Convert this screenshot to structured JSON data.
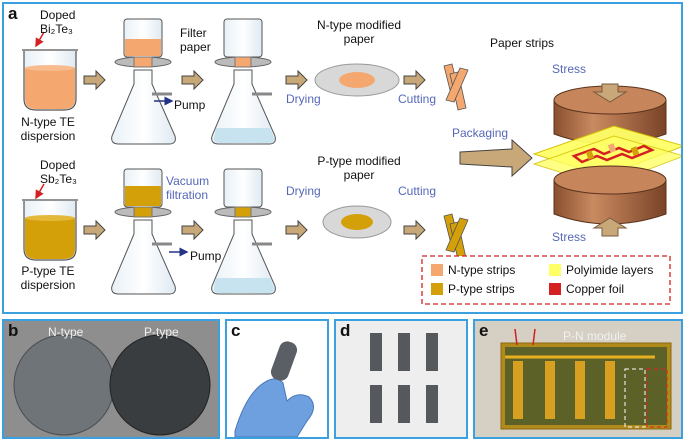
{
  "panels": {
    "a": "a",
    "b": "b",
    "c": "c",
    "d": "d",
    "e": "e"
  },
  "top_row": {
    "doped_label": "Doped",
    "compound": "Bi₂Te₃",
    "dispersion": [
      "N-type TE",
      "dispersion"
    ],
    "filter_paper": [
      "Filter",
      "paper"
    ],
    "pump": "Pump",
    "modified_paper": [
      "N-type modified",
      "paper"
    ],
    "drying": "Drying",
    "cutting": "Cutting",
    "paper_strips": "Paper strips"
  },
  "bottom_row": {
    "doped_label": "Doped",
    "compound": "Sb₂Te₃",
    "dispersion": [
      "P-type TE",
      "dispersion"
    ],
    "vacuum_filtration": [
      "Vacuum",
      "filtration"
    ],
    "pump": "Pump",
    "modified_paper": [
      "P-type modified",
      "paper"
    ],
    "drying": "Drying",
    "cutting": "Cutting"
  },
  "packaging": "Packaging",
  "stress_top": "Stress",
  "stress_bottom": "Stress",
  "legend": [
    {
      "label": "N-type strips",
      "color": "#f4a870"
    },
    {
      "label": "Polyimide layers",
      "color": "#ffff66"
    },
    {
      "label": "P-type strips",
      "color": "#d4a00a"
    },
    {
      "label": "Copper foil",
      "color": "#d42020"
    }
  ],
  "photos": {
    "b_left": "N-type",
    "b_right": "P-type",
    "e_module": "P-N module"
  },
  "colors": {
    "n_type": "#f4a870",
    "p_type": "#d4a00a",
    "border": "#3aa0e0",
    "text_accent": "#5568b8"
  }
}
